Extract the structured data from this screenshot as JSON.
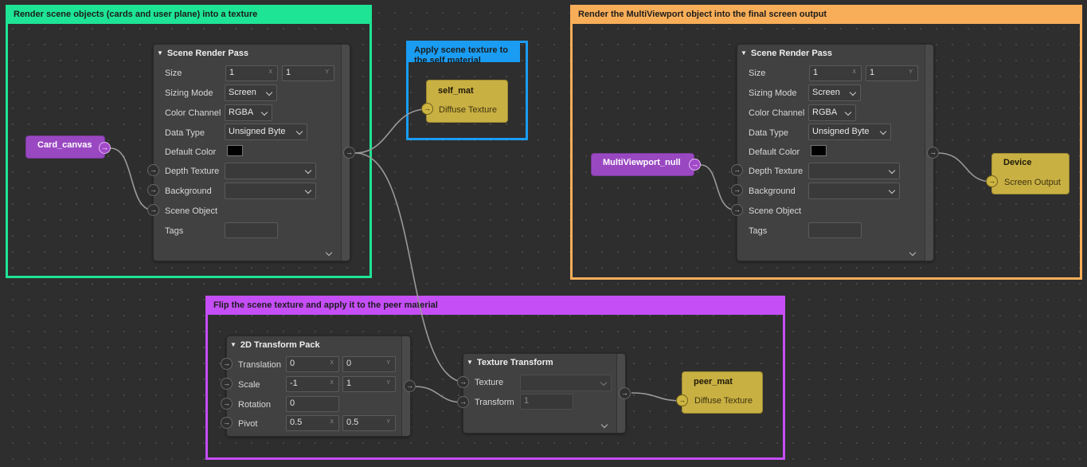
{
  "groups": {
    "render_scene": "Render scene objects (cards and user plane) into a texture",
    "apply_self": "Apply scene texture to the self material",
    "render_multi": "Render the MultiViewport object into the final screen output",
    "flip_peer": "Flip the scene texture and apply it to the peer material"
  },
  "colors": {
    "green": "#1ee495",
    "blue": "#1a9cf2",
    "orange": "#f8ae58",
    "magenta": "#c54ef6",
    "node_purple": "#9a48c2",
    "node_yellow": "#c9b043",
    "canvas": "#2e2e2e"
  },
  "scene_pass_1": {
    "title": "Scene Render Pass",
    "size_label": "Size",
    "size_x": "1",
    "size_x_sfx": "X",
    "size_y": "1",
    "size_y_sfx": "Y",
    "sizing_mode_label": "Sizing Mode",
    "sizing_mode": "Screen",
    "color_channel_label": "Color Channel",
    "color_channel": "RGBA",
    "data_type_label": "Data Type",
    "data_type": "Unsigned Byte",
    "default_color_label": "Default Color",
    "default_color": "#000000",
    "depth_texture_label": "Depth Texture",
    "depth_texture": "",
    "background_label": "Background",
    "background": "",
    "scene_object_label": "Scene Object",
    "tags_label": "Tags",
    "tags": ""
  },
  "scene_pass_2": {
    "title": "Scene Render Pass",
    "size_label": "Size",
    "size_x": "1",
    "size_x_sfx": "X",
    "size_y": "1",
    "size_y_sfx": "Y",
    "sizing_mode_label": "Sizing Mode",
    "sizing_mode": "Screen",
    "color_channel_label": "Color Channel",
    "color_channel": "RGBA",
    "data_type_label": "Data Type",
    "data_type": "Unsigned Byte",
    "default_color_label": "Default Color",
    "default_color": "#000000",
    "depth_texture_label": "Depth Texture",
    "depth_texture": "",
    "background_label": "Background",
    "background": "",
    "scene_object_label": "Scene Object",
    "tags_label": "Tags",
    "tags": ""
  },
  "card_canvas": {
    "label": "Card_canvas"
  },
  "multiviewport": {
    "label": "MultiViewport_null"
  },
  "self_mat": {
    "title": "self_mat",
    "input": "Diffuse Texture"
  },
  "device": {
    "title": "Device",
    "input": "Screen Output"
  },
  "transform_pack": {
    "title": "2D Transform Pack",
    "translation_label": "Translation",
    "translation_x": "0",
    "translation_y": "0",
    "scale_label": "Scale",
    "scale_x": "-1",
    "scale_y": "1",
    "rotation_label": "Rotation",
    "rotation": "0",
    "pivot_label": "Pivot",
    "pivot_x": "0.5",
    "pivot_y": "0.5",
    "sfx_x": "X",
    "sfx_y": "Y"
  },
  "texture_transform": {
    "title": "Texture Transform",
    "texture_label": "Texture",
    "texture": "",
    "transform_label": "Transform",
    "transform": "1"
  },
  "peer_mat": {
    "title": "peer_mat",
    "input": "Diffuse Texture"
  },
  "icons": {
    "port_arrow": "port-arrow-icon",
    "collapse": "triangle-down-icon",
    "expand": "chevron-down-icon"
  }
}
